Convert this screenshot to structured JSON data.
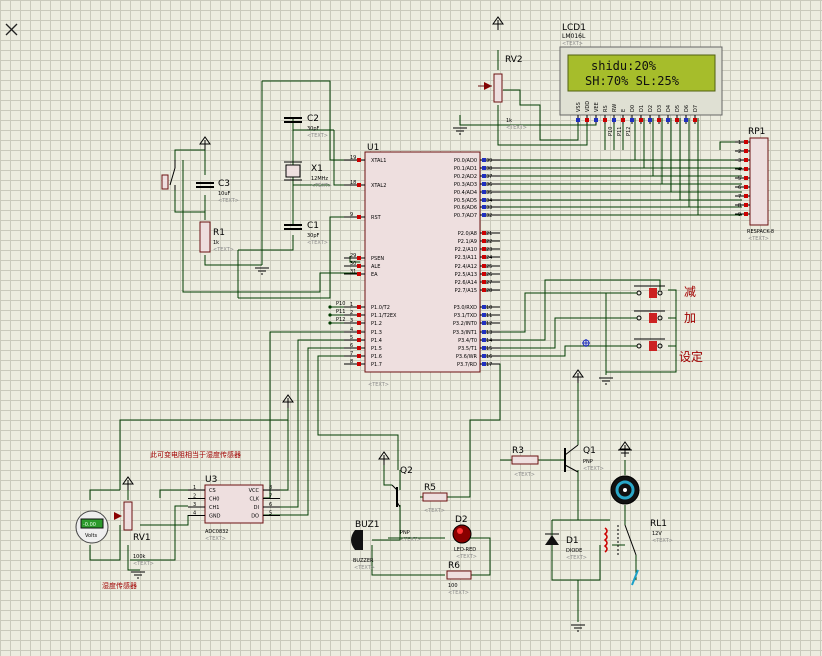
{
  "toolbar": {
    "close_icon": "close-icon"
  },
  "mcu": {
    "ref": "U1",
    "left_pins": [
      {
        "num": "19",
        "name": "XTAL1"
      },
      {
        "num": "18",
        "name": "XTAL2"
      },
      {
        "num": "9",
        "name": "RST"
      },
      {
        "num": "29",
        "name": "PSEN"
      },
      {
        "num": "30",
        "name": "ALE"
      },
      {
        "num": "31",
        "name": "EA"
      },
      {
        "num": "1",
        "name": "P1.0/T2"
      },
      {
        "num": "2",
        "name": "P1.1/T2EX"
      },
      {
        "num": "3",
        "name": "P1.2"
      },
      {
        "num": "4",
        "name": "P1.3"
      },
      {
        "num": "5",
        "name": "P1.4"
      },
      {
        "num": "6",
        "name": "P1.5"
      },
      {
        "num": "7",
        "name": "P1.6"
      },
      {
        "num": "8",
        "name": "P1.7"
      }
    ],
    "right_pins": [
      {
        "num": "39",
        "name": "P0.0/AD0"
      },
      {
        "num": "38",
        "name": "P0.1/AD1"
      },
      {
        "num": "37",
        "name": "P0.2/AD2"
      },
      {
        "num": "36",
        "name": "P0.3/AD3"
      },
      {
        "num": "35",
        "name": "P0.4/AD4"
      },
      {
        "num": "34",
        "name": "P0.5/AD5"
      },
      {
        "num": "33",
        "name": "P0.6/AD6"
      },
      {
        "num": "32",
        "name": "P0.7/AD7"
      },
      {
        "num": "21",
        "name": "P2.0/A8"
      },
      {
        "num": "22",
        "name": "P2.1/A9"
      },
      {
        "num": "23",
        "name": "P2.2/A10"
      },
      {
        "num": "24",
        "name": "P2.3/A11"
      },
      {
        "num": "25",
        "name": "P2.4/A12"
      },
      {
        "num": "26",
        "name": "P2.5/A13"
      },
      {
        "num": "27",
        "name": "P2.6/A14"
      },
      {
        "num": "28",
        "name": "P2.7/A15"
      },
      {
        "num": "10",
        "name": "P3.0/RXD"
      },
      {
        "num": "11",
        "name": "P3.1/TXD"
      },
      {
        "num": "12",
        "name": "P3.2/INT0"
      },
      {
        "num": "13",
        "name": "P3.3/INT1"
      },
      {
        "num": "14",
        "name": "P3.4/T0"
      },
      {
        "num": "15",
        "name": "P3.5/T1"
      },
      {
        "num": "16",
        "name": "P3.6/WR"
      },
      {
        "num": "17",
        "name": "P3.7/RD"
      }
    ],
    "text": "<TEXT>"
  },
  "lcd": {
    "ref": "LCD1",
    "model": "LM016L",
    "text": "<TEXT>",
    "line1": "shidu:20%",
    "line2": "SH:70%  SL:25%",
    "pins": [
      "VSS",
      "VDD",
      "VEE",
      "RS",
      "RW",
      "E",
      "D0",
      "D1",
      "D2",
      "D3",
      "D4",
      "D5",
      "D6",
      "D7"
    ]
  },
  "rp1": {
    "ref": "RP1",
    "value": "RESPACK-8",
    "text": "<TEXT>",
    "pins": [
      "1",
      "2",
      "3",
      "4",
      "5",
      "6",
      "7",
      "8",
      "9"
    ]
  },
  "rv2": {
    "ref": "RV2",
    "value": "1k",
    "text": "<TEXT>"
  },
  "c1": {
    "ref": "C1",
    "value": "30pF",
    "text": "<TEXT>"
  },
  "c2": {
    "ref": "C2",
    "value": "30pF",
    "text": "<TEXT>"
  },
  "c3": {
    "ref": "C3",
    "value": "10uF",
    "text": "<TEXT>"
  },
  "x1": {
    "ref": "X1",
    "value": "12MHz",
    "text": "<TEXT>"
  },
  "r1": {
    "ref": "R1",
    "value": "1k",
    "text": "<TEXT>"
  },
  "adc": {
    "ref": "U3",
    "model": "ADC0832",
    "text": "<TEXT>",
    "left": [
      {
        "num": "1",
        "name": "CS"
      },
      {
        "num": "2",
        "name": "CH0"
      },
      {
        "num": "3",
        "name": "CH1"
      },
      {
        "num": "4",
        "name": "GND"
      }
    ],
    "right": [
      {
        "num": "8",
        "name": "VCC"
      },
      {
        "num": "7",
        "name": "CLK"
      },
      {
        "num": "6",
        "name": "DI"
      },
      {
        "num": "5",
        "name": "DO"
      }
    ]
  },
  "rv1": {
    "ref": "RV1",
    "value": "100k",
    "text": "<TEXT>"
  },
  "meter": {
    "reading": "-0.00",
    "unit": "Volts"
  },
  "q1": {
    "ref": "Q1",
    "value": "PNP",
    "text": "<TEXT>"
  },
  "q2": {
    "ref": "Q2",
    "value": "PNP",
    "text": "<TEXT>"
  },
  "r3": {
    "ref": "R3",
    "text": "<TEXT>"
  },
  "r5": {
    "ref": "R5",
    "text": "<TEXT>"
  },
  "r6": {
    "ref": "R6",
    "value": "100",
    "text": "<TEXT>"
  },
  "buz": {
    "ref": "BUZ1",
    "value": "BUZZER",
    "text": "<TEXT>"
  },
  "d2": {
    "ref": "D2",
    "value": "LED-RED",
    "text": "<TEXT>"
  },
  "d1": {
    "ref": "D1",
    "value": "DIODE",
    "text": "<TEXT>"
  },
  "rl1": {
    "ref": "RL1",
    "value": "12V",
    "text": "<TEXT>"
  },
  "p1_labels": [
    "P10",
    "P11",
    "P12"
  ],
  "p2_labels": [
    "P10",
    "P11",
    "P12"
  ],
  "buttons": {
    "minus": "减",
    "plus": "加",
    "set": "设定"
  },
  "notes": {
    "resistor_note": "此可变电阻相当于湿度传感器",
    "sensor_label": "湿度传感器"
  }
}
